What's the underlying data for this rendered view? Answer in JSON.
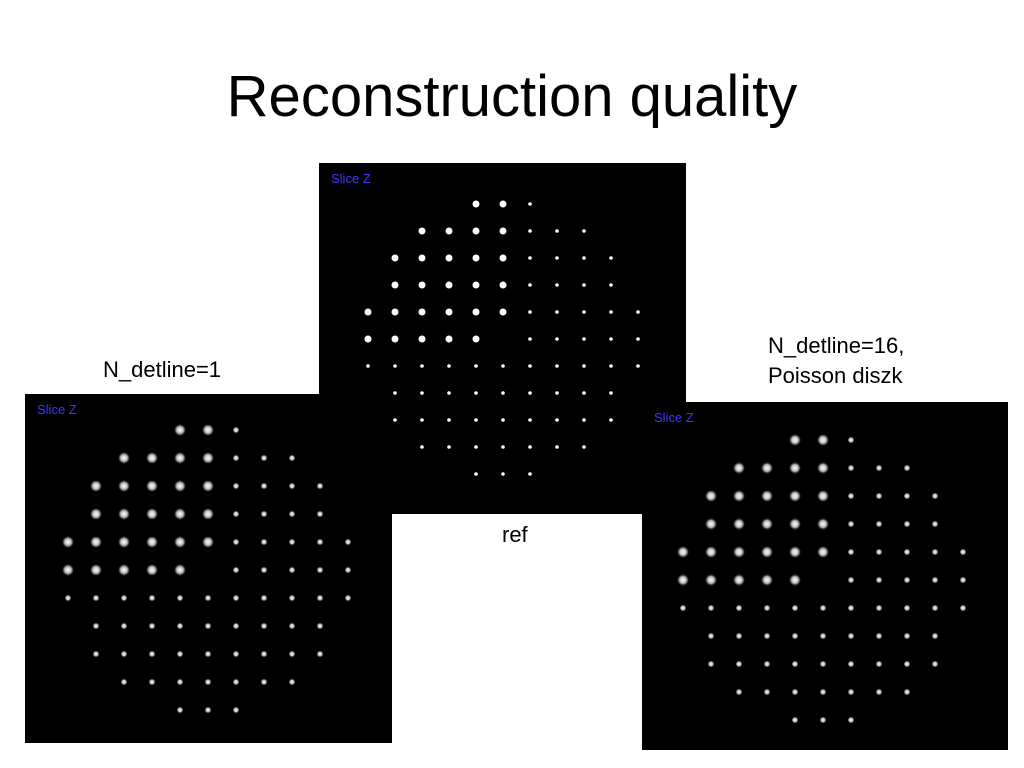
{
  "slide": {
    "title": "Reconstruction quality"
  },
  "captions": {
    "left": "N_detline=1",
    "center": "ref",
    "right_line1": "N_detline=16,",
    "right_line2": "Poisson diszk"
  },
  "panels": {
    "left": {
      "slice_label": "Slice Z"
    },
    "center": {
      "slice_label": "Slice Z"
    },
    "right": {
      "slice_label": "Slice Z"
    }
  },
  "colors": {
    "slice_label": "#3a3aff",
    "panel_background": "#000000"
  }
}
